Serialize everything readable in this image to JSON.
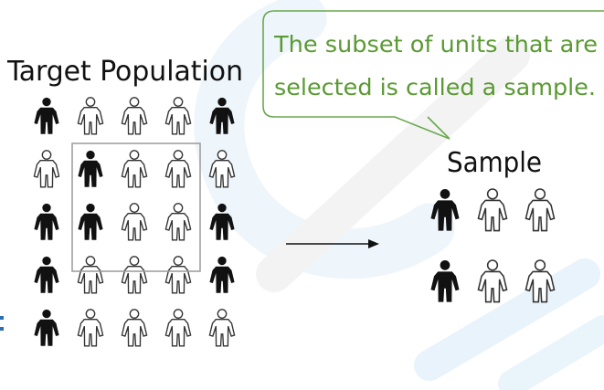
{
  "title": "Target Population",
  "sample_label": "Sample",
  "callout": {
    "line1": "The subset of units that are",
    "line2": "selected is called a sample."
  },
  "colors": {
    "callout_text": "#5a9a32",
    "callout_border": "#6aa84f",
    "figure_filled": "#111111",
    "figure_outline": "#333333",
    "box": "#9a9a9a",
    "arrow": "#111111",
    "watermark": "#e6f2fa",
    "watermark_light": "#f1f1f1",
    "edge_dots": "#2a6fb0"
  },
  "population_grid": [
    [
      "filled",
      "outline",
      "outline",
      "outline",
      "filled"
    ],
    [
      "outline",
      "filled",
      "outline",
      "outline",
      "outline"
    ],
    [
      "filled",
      "filled",
      "outline",
      "outline",
      "filled"
    ],
    [
      "filled",
      "outline",
      "outline",
      "outline",
      "filled"
    ],
    [
      "filled",
      "outline",
      "outline",
      "outline",
      "outline"
    ]
  ],
  "sample_grid": [
    [
      "filled",
      "outline",
      "outline"
    ],
    [
      "filled",
      "outline",
      "outline"
    ]
  ],
  "icons": {
    "person_filled": "person-filled-icon",
    "person_outline": "person-outline-icon",
    "arrow": "arrow-right-icon"
  }
}
